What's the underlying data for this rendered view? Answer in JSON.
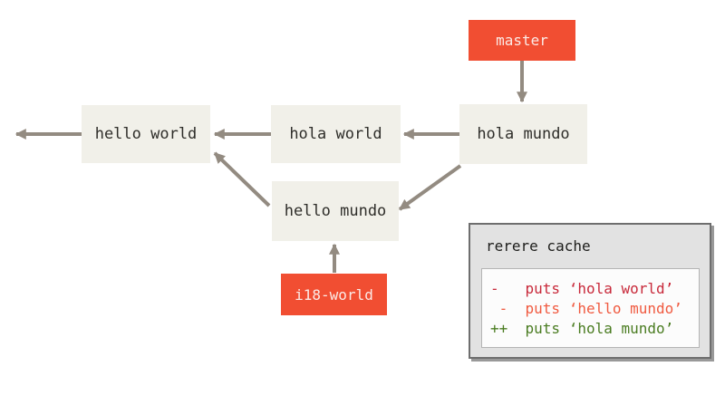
{
  "diagram": {
    "colors": {
      "background": "#ffffff",
      "branch_box": "#f14e32",
      "branch_label": "#fbeae6",
      "commit_box": "#f1f0e9",
      "commit_label": "#2f2e2a",
      "arrow": "#938b81",
      "panel_bg": "#e2e2e2",
      "panel_border": "#6e6e6e",
      "panel_inner_bg": "#fcfcfc",
      "panel_inner_border": "#b4b4b4",
      "panel_title_text": "#1d1d1b"
    },
    "branches": [
      {
        "label": "master"
      },
      {
        "label": "i18-world"
      }
    ],
    "commits": [
      {
        "label": "hello world"
      },
      {
        "label": "hola world"
      },
      {
        "label": "hola mundo"
      },
      {
        "label": "hello mundo"
      }
    ],
    "edges": [
      {
        "from": "master",
        "to": "hola mundo"
      },
      {
        "from": "hola mundo",
        "to": "hola world"
      },
      {
        "from": "hola world",
        "to": "hello world"
      },
      {
        "from": "hello world",
        "to": "off-canvas parent"
      },
      {
        "from": "hola mundo",
        "to": "hello mundo"
      },
      {
        "from": "hello mundo",
        "to": "hello world"
      },
      {
        "from": "i18-world",
        "to": "hello mundo"
      }
    ],
    "rerere_cache": {
      "title": "rerere cache",
      "diff_lines": [
        {
          "text": "-   puts ‘hola world’",
          "color": "#c8293a"
        },
        {
          "text": " -  puts ‘hello mundo’",
          "color": "#f05a40"
        },
        {
          "text": "++  puts ‘hola mundo’",
          "color": "#4a7c21"
        }
      ]
    }
  }
}
